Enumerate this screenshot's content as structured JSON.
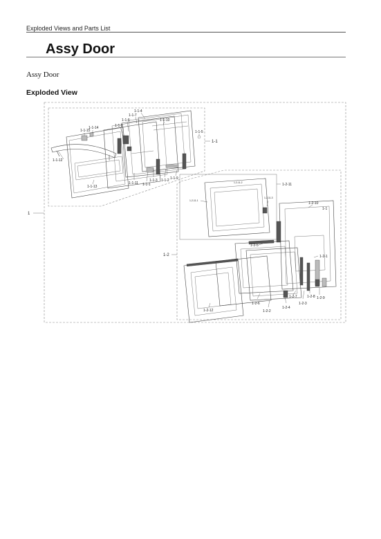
{
  "header": {
    "running_title": "Exploded Views and Parts List"
  },
  "page_title": "Assy Door",
  "subtitle": "Assy Door",
  "section_heading": "Exploded View",
  "diagram": {
    "labels": {
      "assy": "1",
      "sub1": "1-1",
      "sub2": "1-2",
      "p1_1_4": "1-1-4",
      "p1_1_7": "1-1-7",
      "p1_1_6": "1-1-6",
      "p1_1_10": "1-1-10",
      "p1_1_8": "1-1-8",
      "p1_1_14": "1-1-14",
      "p1_1_15": "1-1-15",
      "p1_1_5": "1-1-5",
      "p1_1_12": "1-1-12",
      "p1_1_13": "1-1-13",
      "p1_1_11": "1-1-11",
      "p1_1_1": "1-1-1",
      "p1_1_3": "1-1-3",
      "p1_1_2": "1-1-2",
      "p1_1_9": "1-1-9",
      "p1_2_11": "1-2-11",
      "p1_2_11_1": "1-2-11-1",
      "p1_2_11_2": "1-2-11-2",
      "p1_2_11_3": "1-2-11-3",
      "p1_2_10": "1-2-10",
      "p1_2_5": "1-2-5",
      "p1_2_1": "1-2-1",
      "p1_2_6": "1-2-6",
      "p1_2_2": "1-2-2",
      "p1_2_4": "1-2-4",
      "p1_2_7": "1-2-7",
      "p1_2_3": "1-2-3",
      "p1_2_8": "1-2-8",
      "p1_2_9": "1-2-9",
      "p1_2_12": "1-2-12"
    }
  }
}
